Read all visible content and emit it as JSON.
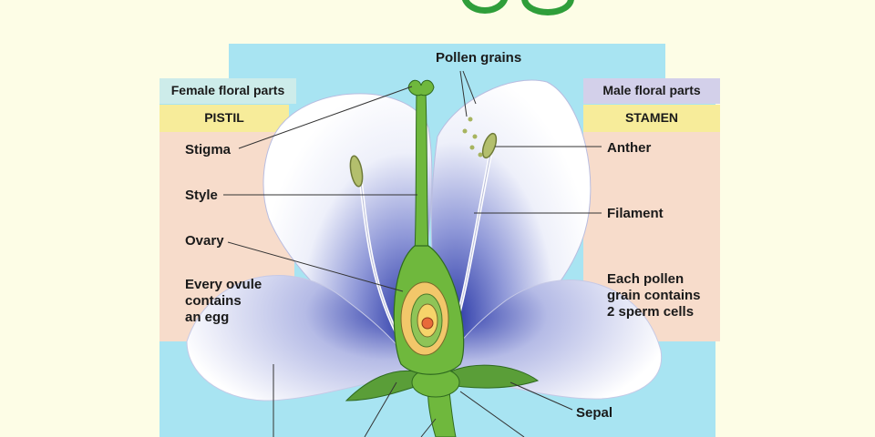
{
  "left_panel": {
    "header": "Female floral parts",
    "subheader": "PISTIL",
    "labels": {
      "stigma": "Stigma",
      "style": "Style",
      "ovary": "Ovary",
      "ovule_note": [
        "Every ovule",
        "contains",
        "an egg"
      ]
    }
  },
  "right_panel": {
    "header": "Male floral parts",
    "subheader": "STAMEN",
    "labels": {
      "anther": "Anther",
      "filament": "Filament",
      "pollen_note": [
        "Each pollen",
        "grain contains",
        "2 sperm cells"
      ]
    }
  },
  "top_label": "Pollen grains",
  "bottom_labels": {
    "sepal": "Sepal"
  },
  "colors": {
    "background": "#fdfde6",
    "sky": "#a8e4f2",
    "panel": "#f7dccb",
    "female_header": "#cdecea",
    "male_header": "#d3d0ea",
    "subheader": "#f7ec9a",
    "stem_green": "#6fb83d",
    "title_green": "#2f9e3a"
  }
}
